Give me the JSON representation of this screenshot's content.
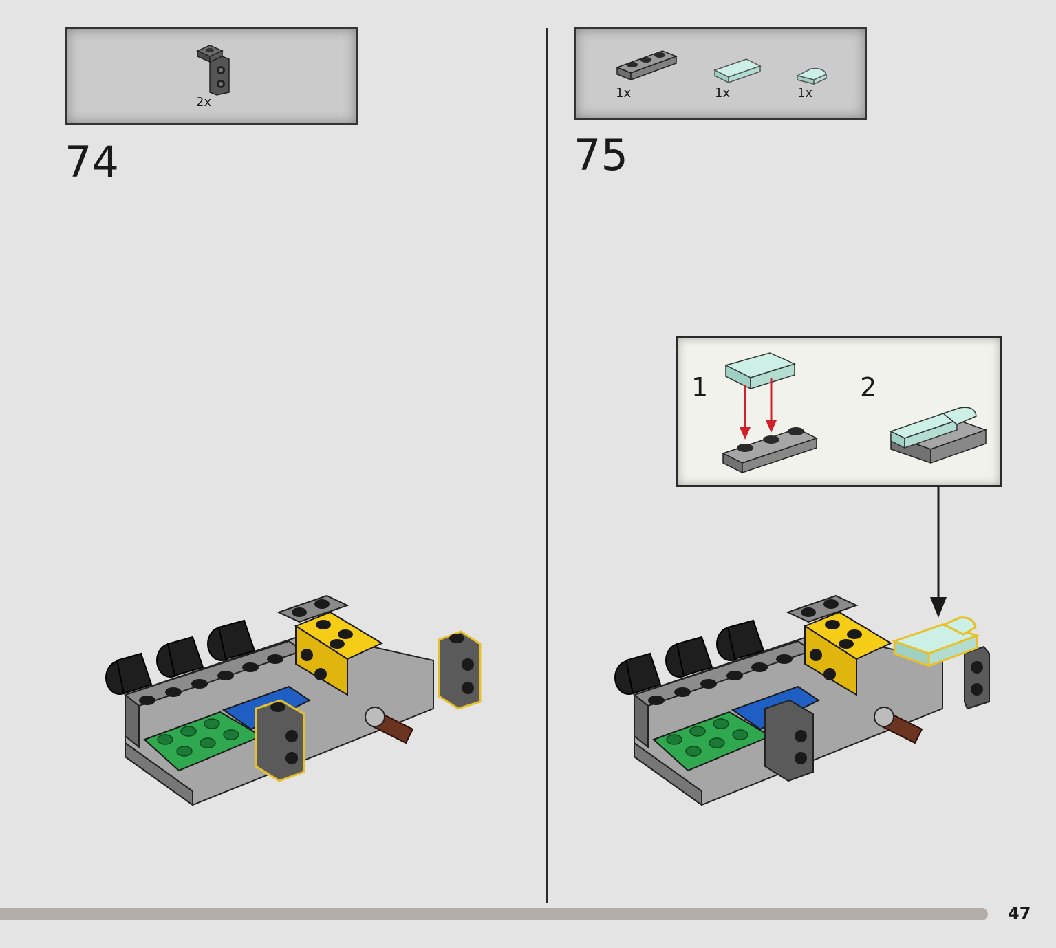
{
  "steps": [
    {
      "number": "74",
      "parts": [
        {
          "quantity": "2x",
          "part": "dark-gray-bracket-1x2-icon"
        }
      ]
    },
    {
      "number": "75",
      "parts": [
        {
          "quantity": "1x",
          "part": "gray-plate-1x3-icon"
        },
        {
          "quantity": "1x",
          "part": "light-aqua-tile-1x2-icon"
        },
        {
          "quantity": "1x",
          "part": "light-aqua-curved-tile-icon"
        }
      ],
      "sub_steps": [
        "1",
        "2"
      ]
    }
  ],
  "page_number": "47",
  "colors": {
    "background": "#e4e4e4",
    "parts_box": "#cbcbcb",
    "dark_gray": "#5a5a5a",
    "light_gray": "#a6a6a6",
    "yellow": "#f6cd16",
    "green": "#2fa84f",
    "blue": "#1f5fc4",
    "light_aqua": "#bfe8dc",
    "brown": "#6a3420",
    "arrow_red": "#d0202a",
    "highlight": "#e8c12a"
  }
}
